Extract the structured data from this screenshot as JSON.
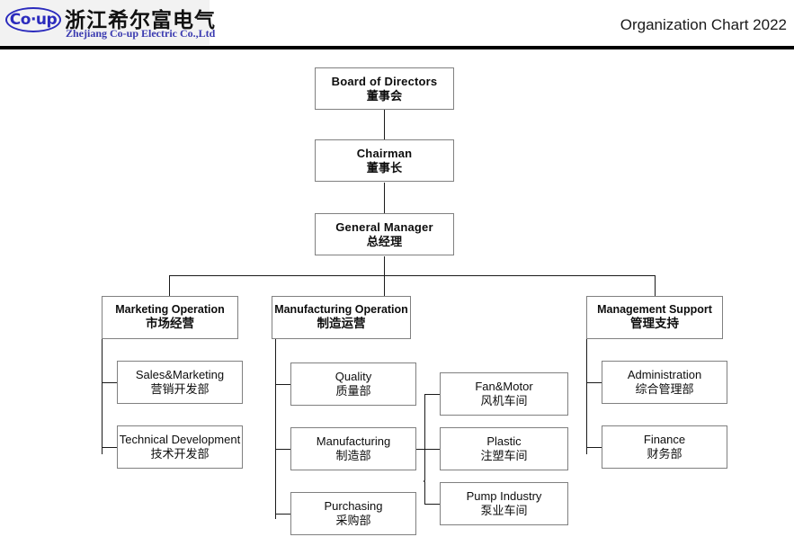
{
  "header": {
    "logo_mark_text": "Co·up",
    "company_cn": "浙江希尔富电气",
    "company_en": "Zhejiang Co-up Electric Co.,Ltd",
    "document_title": "Organization Chart 2022",
    "rule_color": "#000000",
    "brand_color": "#2b2bbd"
  },
  "chart_meta": {
    "box_border_color": "#808080",
    "connector_color": "#1a1a1a",
    "background": "#ffffff"
  },
  "nodes": {
    "board": {
      "en": "Board of Directors",
      "cn": "董事会"
    },
    "chairman": {
      "en": "Chairman",
      "cn": "董事长"
    },
    "general_manager": {
      "en": "General Manager",
      "cn": "总经理"
    },
    "marketing_operation": {
      "en": "Marketing Operation",
      "cn": "市场经营"
    },
    "manufacturing_operation": {
      "en": "Manufacturing  Operation",
      "cn": "制造运营"
    },
    "management_support": {
      "en": "Management Support",
      "cn": "管理支持"
    },
    "sales_marketing": {
      "en": "Sales&Marketing",
      "cn": "营销开发部"
    },
    "technical_development": {
      "en": "Technical Development",
      "cn": "技术开发部"
    },
    "quality": {
      "en": "Quality",
      "cn": "质量部"
    },
    "manufacturing": {
      "en": "Manufacturing",
      "cn": "制造部"
    },
    "purchasing": {
      "en": "Purchasing",
      "cn": "采购部"
    },
    "fan_motor": {
      "en": "Fan&Motor",
      "cn": "风机车间"
    },
    "plastic": {
      "en": "Plastic",
      "cn": "注塑车间"
    },
    "pump_industry": {
      "en": "Pump Industry",
      "cn": "泵业车间"
    },
    "administration": {
      "en": "Administration",
      "cn": "综合管理部"
    },
    "finance": {
      "en": "Finance",
      "cn": "财务部"
    }
  }
}
